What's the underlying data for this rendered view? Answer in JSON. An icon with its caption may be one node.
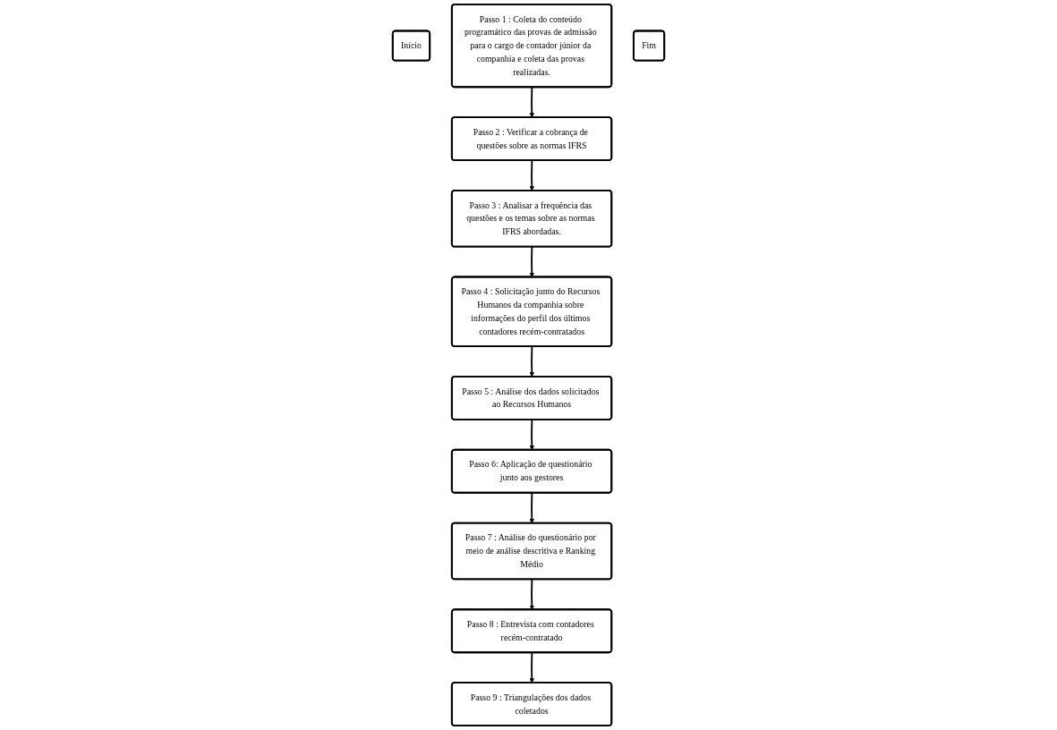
{
  "diagram": {
    "nodes": [
      {
        "text": [
          "Início"
        ]
      },
      {
        "text": [
          "Passo 1 : Coleta do conteúdo programático das provas de admissão para o cargo de contador júnior da companhia e coleta das provas realizadas."
        ]
      },
      {
        "text": [
          "Passo 2 : Verificar a cobrança de questões sobre as normas IFRS"
        ]
      },
      {
        "text": [
          "Passo 3 : Analisar a frequência das questões e os temas sobre as normas IFRS abordadas."
        ]
      },
      {
        "text": [
          "Passo 4 : Solicitação junto do Recursos Humanos da companhia sobre informações do perfil dos últimos contadores recém-contratados"
        ]
      },
      {
        "text": [
          "Passo 5 : Análise dos dados solicitados ao Recursos Humanos"
        ]
      },
      {
        "text": [
          "Passo 6: Aplicação de questionário junto aos gestores"
        ]
      },
      {
        "text": [
          "Passo 7 : Análise do questionário por meio de análise descritiva e Ranking Médio"
        ]
      },
      {
        "text": [
          "Passo 8 : Entrevista com contadores recém-contratado"
        ]
      },
      {
        "text": [
          "Passo 9 : Triangulações dos dados coletados"
        ]
      },
      {
        "text": [
          "Fim"
        ]
      }
    ],
    "edges": [
      {
        "from": 1,
        "to": 2,
        "arrow": "to"
      },
      {
        "from": 2,
        "to": 3,
        "arrow": "to"
      },
      {
        "from": 3,
        "to": 4,
        "arrow": "to"
      },
      {
        "from": 4,
        "to": 5,
        "arrow": "to"
      },
      {
        "from": 5,
        "to": 6,
        "arrow": "to"
      },
      {
        "from": 6,
        "to": 7,
        "arrow": "to"
      },
      {
        "from": 7,
        "to": 8,
        "arrow": "to"
      },
      {
        "from": 8,
        "to": 9,
        "arrow": "to"
      }
    ]
  }
}
